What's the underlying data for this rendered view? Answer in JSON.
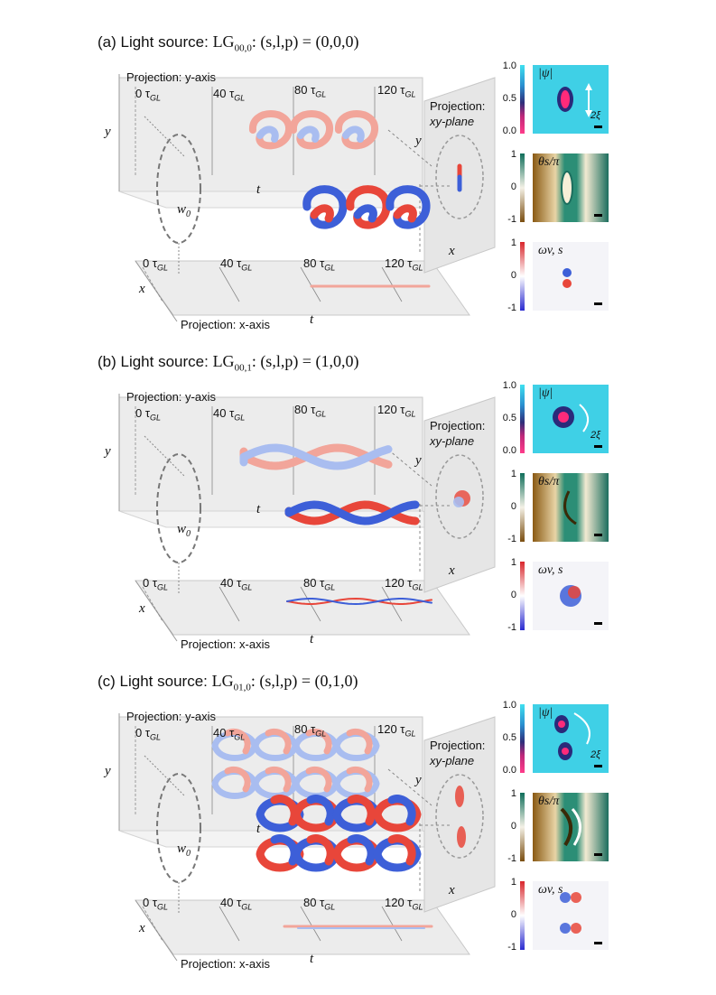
{
  "panels": [
    {
      "title_prefix": "(a) Light source: ",
      "lg_base": "LG",
      "lg_sub": "00,0",
      "params": ":  (s,l,p) = (0,0,0)",
      "proj_y": "Projection: y-axis",
      "proj_x": "Projection: x-axis",
      "proj_xy_1": "Projection:",
      "proj_xy_2": "xy-plane",
      "axis_y": "y",
      "axis_t": "t",
      "axis_x": "x",
      "waist": "w",
      "waist_sub": "0",
      "ticks": [
        "0 τ",
        "40 τ",
        "80 τ",
        "120 τ"
      ],
      "tick_sub": "GL",
      "maps": {
        "psi_label": "|ψ|",
        "theta_label": "θs/π",
        "omega_label": "ωv, s",
        "scale_label": "2ξ",
        "cb1": [
          "1.0",
          "0.5",
          "0.0"
        ],
        "cb2": [
          "1",
          "0",
          "-1"
        ],
        "cb3": [
          "1",
          "0",
          "-1"
        ]
      }
    },
    {
      "title_prefix": "(b) Light source: ",
      "lg_base": "LG",
      "lg_sub": "00,1",
      "params": ":  (s,l,p) = (1,0,0)",
      "proj_y": "Projection: y-axis",
      "proj_x": "Projection: x-axis",
      "proj_xy_1": "Projection:",
      "proj_xy_2": "xy-plane",
      "axis_y": "y",
      "axis_t": "t",
      "axis_x": "x",
      "waist": "w",
      "waist_sub": "0",
      "ticks": [
        "0 τ",
        "40 τ",
        "80 τ",
        "120 τ"
      ],
      "tick_sub": "GL",
      "maps": {
        "psi_label": "|ψ|",
        "theta_label": "θs/π",
        "omega_label": "ωv, s",
        "scale_label": "2ξ",
        "cb1": [
          "1.0",
          "0.5",
          "0.0"
        ],
        "cb2": [
          "1",
          "0",
          "-1"
        ],
        "cb3": [
          "1",
          "0",
          "-1"
        ]
      }
    },
    {
      "title_prefix": "(c) Light source: ",
      "lg_base": "LG",
      "lg_sub": "01,0",
      "params": ":  (s,l,p) = (0,1,0)",
      "proj_y": "Projection: y-axis",
      "proj_x": "Projection: x-axis",
      "proj_xy_1": "Projection:",
      "proj_xy_2": "xy-plane",
      "axis_y": "y",
      "axis_t": "t",
      "axis_x": "x",
      "waist": "w",
      "waist_sub": "0",
      "ticks": [
        "0 τ",
        "40 τ",
        "80 τ",
        "120 τ"
      ],
      "tick_sub": "GL",
      "maps": {
        "psi_label": "|ψ|",
        "theta_label": "θs/π",
        "omega_label": "ωv, s",
        "scale_label": "2ξ",
        "cb1": [
          "1.0",
          "0.5",
          "0.0"
        ],
        "cb2": [
          "1",
          "0",
          "-1"
        ],
        "cb3": [
          "1",
          "0",
          "-1"
        ]
      }
    }
  ],
  "colors": {
    "red": "#e8463a",
    "blue": "#3d5fd8",
    "light_red": "#f2a59a",
    "light_blue": "#a9bdf0",
    "plane": "#ececec",
    "cyan": "#3fd0e6",
    "teal": "#1c8a72",
    "brown": "#9a6a1e"
  }
}
